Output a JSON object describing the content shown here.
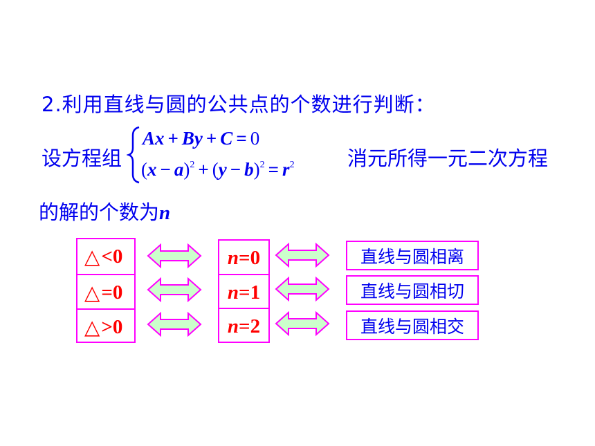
{
  "heading": "2.利用直线与圆的公共点的个数进行判断：",
  "set_system_prefix": "设方程组",
  "equation1": {
    "A": "A",
    "x": "x",
    "plus1": "+",
    "B": "B",
    "y": "y",
    "plus2": "+",
    "C": "C",
    "eq": "=",
    "zero": "0"
  },
  "equation2": {
    "lp1": "(",
    "x": "x",
    "minus1": "−",
    "a": "a",
    "rp1": ")",
    "sq1": "2",
    "plus": "+",
    "lp2": "(",
    "y": "y",
    "minus2": "−",
    "b": "b",
    "rp2": ")",
    "sq2": "2",
    "eq": "=",
    "r": "r",
    "sq3": "2"
  },
  "elimination_suffix": "消元所得一元二次方程",
  "roots_line_prefix": "的解的个数为",
  "roots_var": "n",
  "delta_cases": [
    {
      "symbol": "△",
      "rel": "<0"
    },
    {
      "symbol": "△",
      "rel": "=0"
    },
    {
      "symbol": "△",
      "rel": ">0"
    }
  ],
  "n_cases": [
    {
      "var": "n",
      "val": "=0"
    },
    {
      "var": "n",
      "val": "=1"
    },
    {
      "var": "n",
      "val": "=2"
    }
  ],
  "relations": [
    "直线与圆相离",
    "直线与圆相切",
    "直线与圆相交"
  ],
  "colors": {
    "text_blue": "#0000ee",
    "red": "#ff0000",
    "box_border": "#ff00ff",
    "arrow_fill": "#ccffcc",
    "arrow_stroke": "#ff00ff"
  },
  "icons": {
    "double_arrow": "double-headed-arrow-icon",
    "left_brace": "left-brace-icon"
  }
}
